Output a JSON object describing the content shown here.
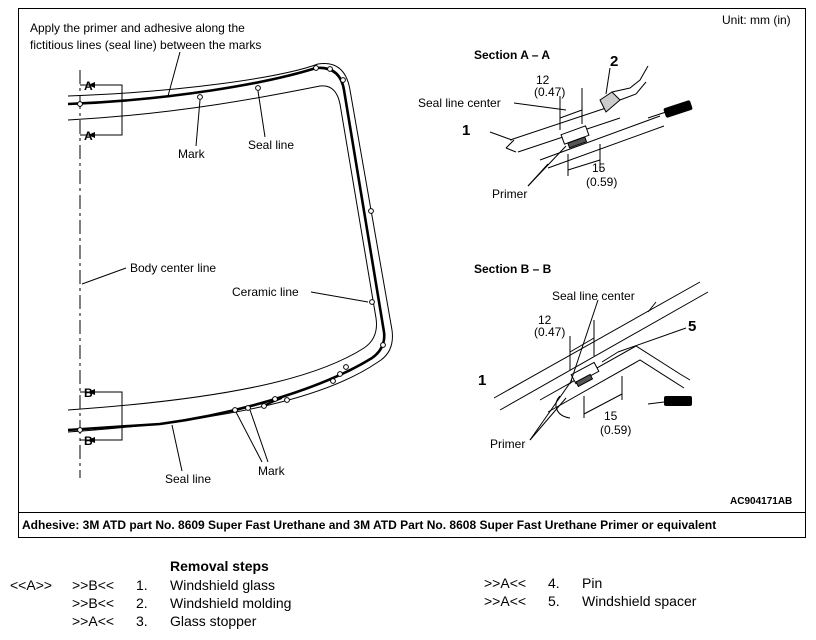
{
  "unit_label": "Unit: mm (in)",
  "instruction": [
    "Apply the primer and adhesive along the",
    "fictitious lines (seal line) between the marks"
  ],
  "main_view": {
    "marker_a": "A",
    "marker_b": "B",
    "mark_label": "Mark",
    "seal_line_label": "Seal line",
    "body_center_line_label": "Body center line",
    "ceramic_line_label": "Ceramic line"
  },
  "section_aa": {
    "title": "Section A – A",
    "callout_1": "1",
    "callout_2": "2",
    "dim_top": [
      "12",
      "(0.47)"
    ],
    "dim_bottom": [
      "15",
      "(0.59)"
    ],
    "seal_line_center": "Seal line center",
    "primer": "Primer"
  },
  "section_bb": {
    "title": "Section B – B",
    "callout_1": "1",
    "callout_5": "5",
    "dim_top": [
      "12",
      "(0.47)"
    ],
    "dim_bottom": [
      "15",
      "(0.59)"
    ],
    "seal_line_center": "Seal line center",
    "primer": "Primer"
  },
  "figure_code": "AC904171AB",
  "adhesive_note": "Adhesive: 3M ATD part No. 8609 Super Fast Urethane and 3M ATD Part No. 8608 Super Fast Urethane Primer or equivalent",
  "removal_steps": {
    "title": "Removal steps",
    "items": [
      {
        "ref1": "<<A>>",
        "ref2": ">>B<<",
        "num": "1.",
        "name": "Windshield glass"
      },
      {
        "ref1": "",
        "ref2": ">>B<<",
        "num": "2.",
        "name": "Windshield molding"
      },
      {
        "ref1": "",
        "ref2": ">>A<<",
        "num": "3.",
        "name": "Glass stopper"
      },
      {
        "ref1": "",
        "ref2": ">>A<<",
        "num": "4.",
        "name": "Pin"
      },
      {
        "ref1": "",
        "ref2": ">>A<<",
        "num": "5.",
        "name": "Windshield spacer"
      }
    ]
  }
}
